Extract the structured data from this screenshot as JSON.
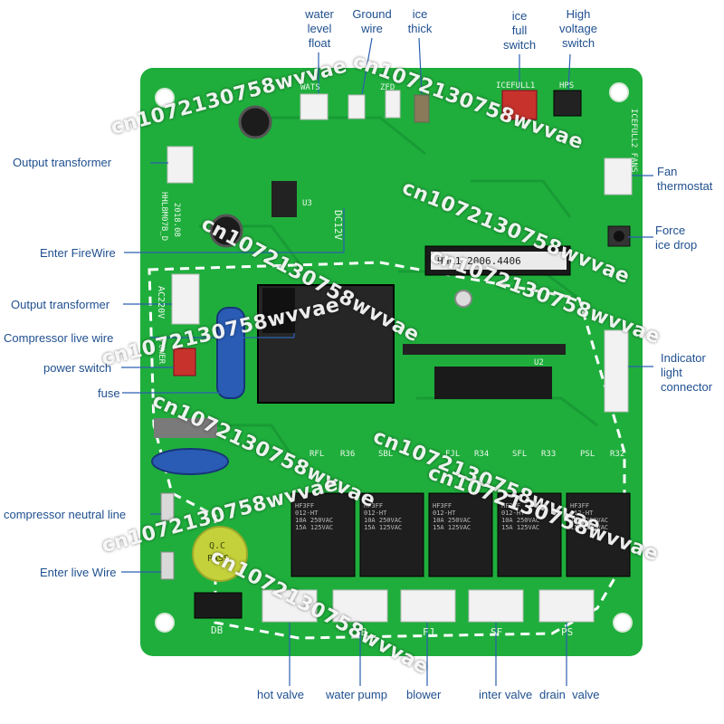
{
  "labels": {
    "water_level_float": "water\nlevel\nfloat",
    "ground_wire": "Ground\nwire",
    "ice_thick": "ice\nthick",
    "ice_full_switch": "ice\nfull\nswitch",
    "high_voltage_switch": "High\nvoltage\nswitch",
    "output_transformer_1": "Output transformer",
    "fan_thermostat": "Fan\nthermostat",
    "enter_firewire": "Enter FireWire",
    "force_ice_drop": "Force\nice drop",
    "output_transformer_2": "Output transformer",
    "compressor_live_wire": "Compressor live wire",
    "power_switch": "power switch",
    "fuse": "fuse",
    "indicator_light_connector": "Indicator\nlight\nconnector",
    "compressor_neutral_line": "compressor neutral line",
    "enter_live_wire": "Enter live Wire",
    "hot_valve": "hot valve",
    "water_pump": "water pump",
    "blower": "blower",
    "inter_valve": "inter valve",
    "drain_valve": "drain  valve"
  },
  "silkscreen": {
    "wats": "WATS",
    "zfd": "ZFD",
    "icefull": "ICEFULL1",
    "hps": "HPS",
    "icefull2_fans": "ICEFULL2 FANS",
    "dc12v": "DC12V",
    "ac220v": "AC220V",
    "power": "POWER",
    "model": "HHL8M07B_D",
    "date": "2018.08",
    "chip": "HHL1.2006.4406",
    "rfl": "RFL",
    "r36": "R36",
    "sbl": "SBL",
    "fjl": "FJL",
    "r34": "R34",
    "sfl": "SFL",
    "r33": "R33",
    "psl": "PSL",
    "r32": "R32",
    "sb": "SB",
    "fj": "FJ",
    "sf": "SF",
    "ps": "PS",
    "db": "DB",
    "u3": "U3",
    "u2": "U2",
    "qc": "Q.C",
    "pass": "PASS",
    "relay_text": "HF3FF\n012-HT\n10A 250VAC\n15A 125VAC"
  },
  "watermark": "cn1072130758wvvae",
  "colors": {
    "board": "#1fae3c",
    "board_dark": "#15902f",
    "label": "#1f4f8f",
    "leader": "#2a5fb0"
  }
}
